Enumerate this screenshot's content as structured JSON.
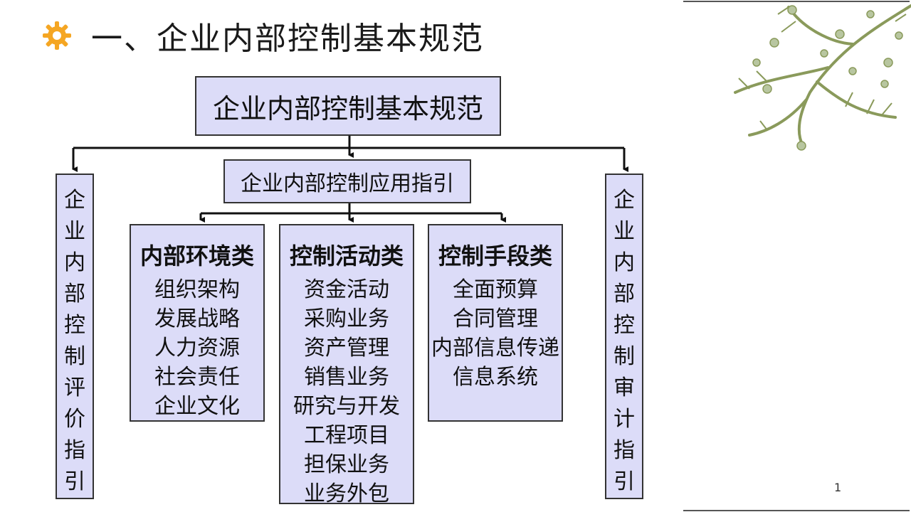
{
  "slide": {
    "title": "一、企业内部控制基本规范",
    "page_number": "1"
  },
  "diagram": {
    "root": "企业内部控制基本规范",
    "sub": "企业内部控制应用指引",
    "left_side": [
      "企",
      "业",
      "内",
      "部",
      "控",
      "制",
      "评",
      "价",
      "指",
      "引"
    ],
    "right_side": [
      "企",
      "业",
      "内",
      "部",
      "控",
      "制",
      "审",
      "计",
      "指",
      "引"
    ],
    "categories": [
      {
        "title": "内部环境类",
        "items": [
          "组织架构",
          "发展战略",
          "人力资源",
          "社会责任",
          "企业文化"
        ]
      },
      {
        "title": "控制活动类",
        "items": [
          "资金活动",
          "采购业务",
          "资产管理",
          "销售业务",
          "研究与开发",
          "工程项目",
          "担保业务",
          "业务外包"
        ]
      },
      {
        "title": "控制手段类",
        "items": [
          "全面预算",
          "合同管理",
          "内部信息传递",
          "信息系统"
        ]
      }
    ]
  },
  "colors": {
    "box_fill": "#dcdcf8",
    "line": "#111111",
    "gear": "#f5a623",
    "branch": "#8a9a5b"
  },
  "icons": {
    "title_icon": "gear-icon",
    "decoration": "branch-decoration"
  }
}
